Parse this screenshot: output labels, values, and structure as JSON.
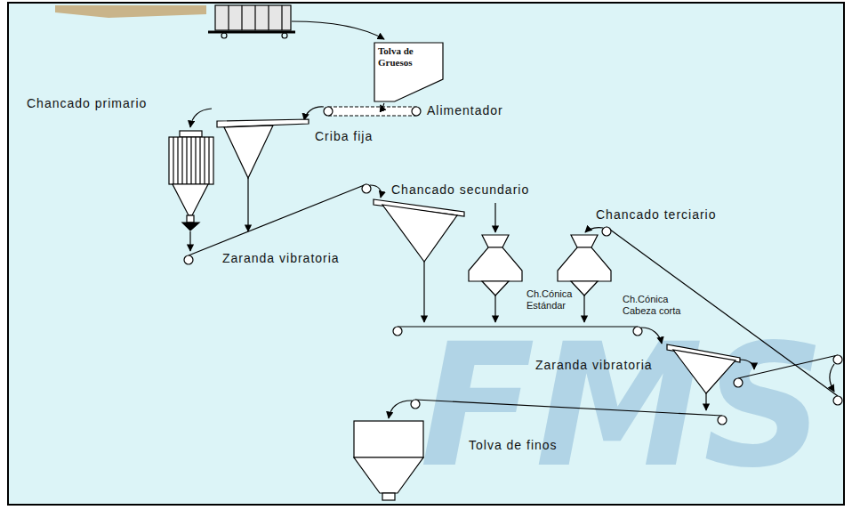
{
  "diagram": {
    "nodes": [
      {
        "text": [
          "Tolva de Gruesos"
        ]
      },
      {
        "text": [
          "Tolva de finos"
        ]
      }
    ],
    "labels": [
      "Alimentador",
      "Chancado primario",
      "Criba fija",
      "Chancado secundario",
      "Zaranda vibratoria",
      "Chancado terciario",
      "Ch.Cónica Estándar",
      "Ch.Cónica Cabeza corta",
      "Zaranda vibratoria",
      "FMS"
    ]
  }
}
